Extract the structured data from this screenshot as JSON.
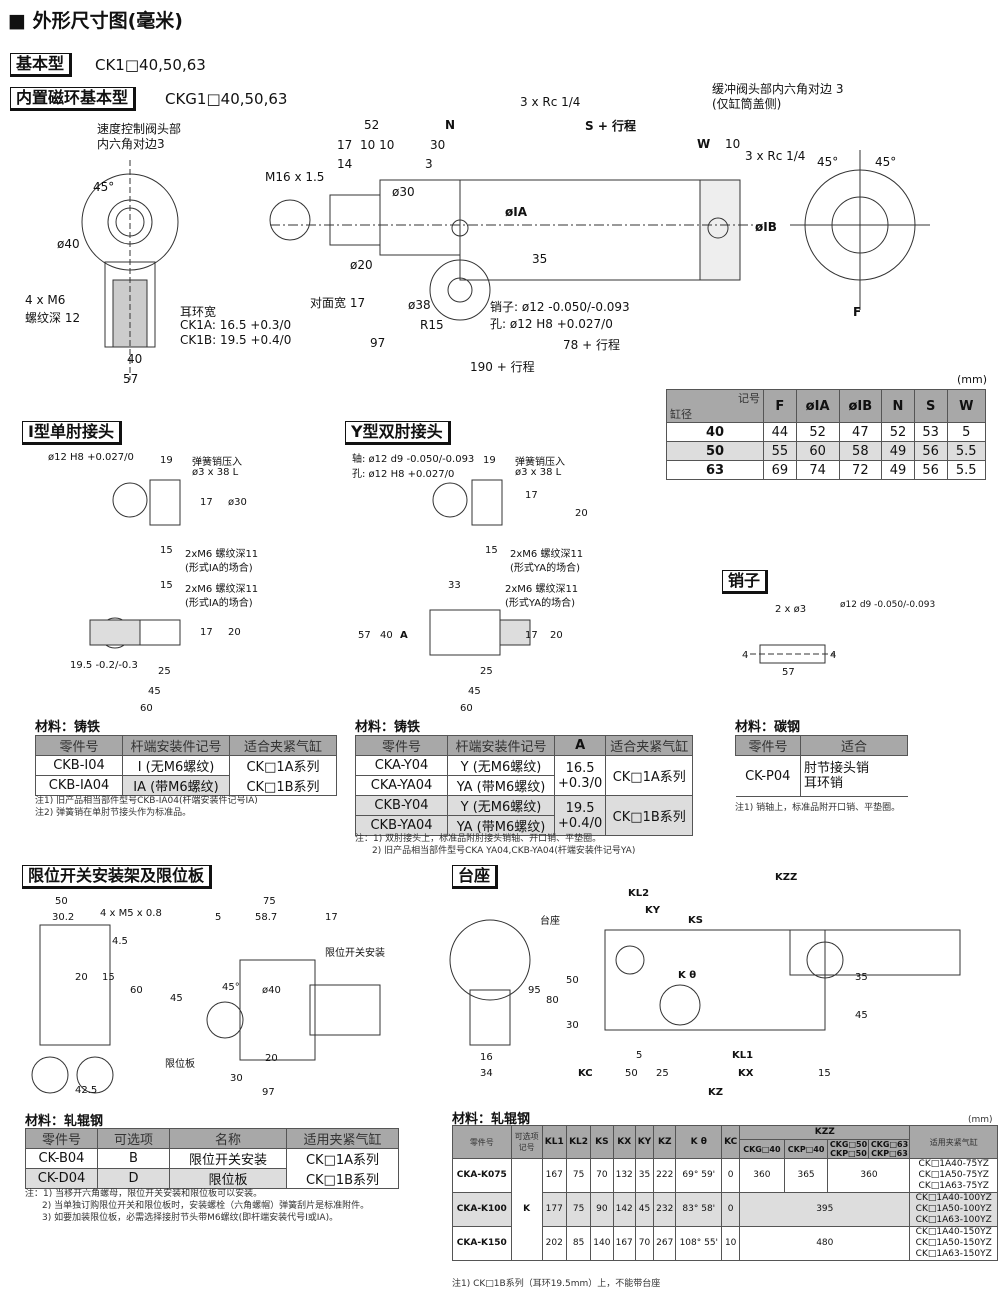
{
  "title": "■ 外形尺寸图(毫米)",
  "types": [
    {
      "label": "基本型",
      "model": "CK1□40,50,63"
    },
    {
      "label": "内置磁环基本型",
      "model": "CKG1□40,50,63"
    }
  ],
  "main": {
    "labels": [
      "速度控制阀头部",
      "内六角对边3",
      "45°",
      "ø40",
      "4 x M6",
      "螺纹深 12",
      "40",
      "57",
      "耳环宽",
      "CK1A: 16.5 +0.3/0",
      "CK1B: 19.5 +0.4/0",
      "52",
      "17",
      "10 10",
      "14",
      "M16 x 1.5",
      "ø30",
      "ø20",
      "对面宽 17",
      "3 x Rc 1/4",
      "N",
      "30",
      "3",
      "øIA",
      "35",
      "ø38",
      "R15",
      "销子: ø12 -0.050/-0.093",
      "孔: ø12 H8 +0.027/0",
      "S + 行程",
      "W",
      "10",
      "3 x Rc 1/4",
      "øIB",
      "97",
      "78 + 行程",
      "190 + 行程",
      "缓冲阀头部内六角对边 3",
      "(仅缸筒盖侧)",
      "45°",
      "45°",
      "F"
    ]
  },
  "dim_table": {
    "unit": "(mm)",
    "corner_top": "记号",
    "corner_bottom": "缸径",
    "columns": [
      "F",
      "øIA",
      "øIB",
      "N",
      "S",
      "W"
    ],
    "rows": [
      [
        "40",
        "44",
        "52",
        "47",
        "52",
        "53",
        "5"
      ],
      [
        "50",
        "55",
        "60",
        "58",
        "49",
        "56",
        "5.5"
      ],
      [
        "63",
        "69",
        "74",
        "72",
        "49",
        "56",
        "5.5"
      ]
    ]
  },
  "i_joint": {
    "title": "I型单肘接头",
    "labels": [
      "ø12 H8 +0.027/0",
      "19",
      "弹簧销压入",
      "ø3 x 38 L",
      "17",
      "ø30",
      "15",
      "2xM6 螺纹深11",
      "(形式IA的场合)",
      "15",
      "2xM6 螺纹深11",
      "(形式IA的场合)",
      "17",
      "20",
      "19.5 -0.2/-0.3",
      "25",
      "45",
      "60"
    ],
    "material": "材料：铸铁",
    "columns": [
      "零件号",
      "杆端安装件记号",
      "适合夹紧气缸"
    ],
    "rows": [
      [
        "CKB-I04",
        "I (无M6螺纹)",
        "CK□1A系列"
      ],
      [
        "CKB-IA04",
        "IA (带M6螺纹)",
        "CK□1B系列"
      ]
    ],
    "notes": [
      "注1) 旧产品相当部件型号CKB-IA04(杆端安装件记号IA)",
      "注2) 弹簧销在单肘节接头作为标准品。"
    ]
  },
  "y_joint": {
    "title": "Y型双肘接头",
    "labels": [
      "轴: ø12 d9 -0.050/-0.093",
      "孔: ø12 H8 +0.027/0",
      "19",
      "弹簧销压入",
      "ø3 x 38 L",
      "17",
      "20",
      "15",
      "2xM6 螺纹深11",
      "(形式YA的场合)",
      "33",
      "2xM6 螺纹深11",
      "(形式YA的场合)",
      "57",
      "40",
      "A",
      "17",
      "20",
      "25",
      "45",
      "60"
    ],
    "material": "材料：铸铁",
    "columns": [
      "零件号",
      "杆端安装件记号",
      "A",
      "适合夹紧气缸"
    ],
    "rows": [
      [
        "CKA-Y04",
        "Y (无M6螺纹)"
      ],
      [
        "CKA-YA04",
        "YA (带M6螺纹)"
      ],
      [
        "CKB-Y04",
        "Y (无M6螺纹)"
      ],
      [
        "CKB-YA04",
        "YA (带M6螺纹)"
      ]
    ],
    "a_values": [
      "16.5 +0.3/0",
      "19.5 +0.4/0"
    ],
    "series": [
      "CK□1A系列",
      "CK□1B系列"
    ],
    "notes": [
      "注：1) 双肘接头上，标准品附肘接头销轴、开口销、平垫圈。",
      "2) 旧产品相当部件型号CKA YA04,CKB-YA04(杆端安装件记号YA)"
    ]
  },
  "pin": {
    "title": "销子",
    "labels": [
      "2 x ø3",
      "ø12 d9 -0.050/-0.093",
      "4",
      "4",
      "57"
    ],
    "material": "材料：碳钢",
    "columns": [
      "零件号",
      "适合"
    ],
    "part": "CK-P04",
    "fit": [
      "肘节接头销",
      "耳环销"
    ],
    "note": "注1) 销轴上，标准品附开口销、平垫圈。"
  },
  "limit": {
    "title": "限位开关安装架及限位板",
    "labels": [
      "50",
      "30.2",
      "4 x M5 x 0.8",
      "4.5",
      "20",
      "15",
      "60",
      "42.5",
      "75",
      "5",
      "58.7",
      "17",
      "限位开关安装",
      "45°",
      "45",
      "ø40",
      "限位板",
      "20",
      "30",
      "97"
    ],
    "material": "材料：轧辊钢",
    "columns": [
      "零件号",
      "可选项",
      "名称",
      "适用夹紧气缸"
    ],
    "rows": [
      [
        "CK-B04",
        "B",
        "限位开关安装"
      ],
      [
        "CK-D04",
        "D",
        "限位板"
      ]
    ],
    "series": [
      "CK□1A系列",
      "CK□1B系列"
    ],
    "notes": [
      "注：1) 当移开六角螺母，限位开关安装和限位板可以安装。",
      "2) 当单独订购限位开关和限位板时，安装螺栓（六角螺帽）弹簧刮片是标准附件。",
      "3) 如要加装限位板，必需选择接肘节头带M6螺纹(即杆端安装代号I或IA)。"
    ]
  },
  "base": {
    "title": "台座",
    "labels": [
      "KZZ",
      "KL2",
      "KY",
      "KS",
      "台座",
      "K θ",
      "95",
      "80",
      "50",
      "30",
      "16",
      "34",
      "35",
      "45",
      "5",
      "KL1",
      "KC",
      "50",
      "25",
      "KX",
      "15",
      "KZ"
    ],
    "material": "材料：轧辊钢",
    "unit": "(mm)",
    "columns": [
      "零件号",
      "可选项记号",
      "KL1",
      "KL2",
      "KS",
      "KX",
      "KY",
      "KZ",
      "K θ",
      "KC",
      "KZZ",
      "适用夹紧气缸"
    ],
    "kzz_cols": [
      "CKG□40",
      "CKP□40",
      "CKG□50 CKP□50",
      "CKG□63 CKP□63"
    ],
    "option": "K",
    "rows": [
      {
        "part": "CKA-K075",
        "v": [
          "167",
          "75",
          "70",
          "132",
          "35",
          "222",
          "69° 59'",
          "0"
        ],
        "kzz": [
          "360",
          "365",
          "360"
        ],
        "fit": [
          "CK□1A40-75YZ",
          "CK□1A50-75YZ",
          "CK□1A63-75YZ"
        ]
      },
      {
        "part": "CKA-K100",
        "v": [
          "177",
          "75",
          "90",
          "142",
          "45",
          "232",
          "83° 58'",
          "0"
        ],
        "kzz": [
          "395"
        ],
        "fit": [
          "CK□1A40-100YZ",
          "CK□1A50-100YZ",
          "CK□1A63-100YZ"
        ]
      },
      {
        "part": "CKA-K150",
        "v": [
          "202",
          "85",
          "140",
          "167",
          "70",
          "267",
          "108° 55'",
          "10"
        ],
        "kzz": [
          "480"
        ],
        "fit": [
          "CK□1A40-150YZ",
          "CK□1A50-150YZ",
          "CK□1A63-150YZ"
        ]
      }
    ],
    "note": "注1) CK□1B系列（耳环19.5mm）上，不能带台座"
  }
}
